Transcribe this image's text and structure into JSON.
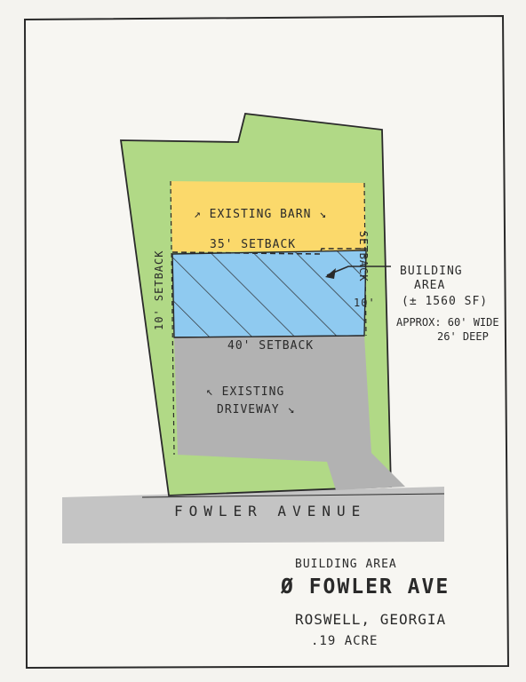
{
  "site": {
    "existing_barn": "↗ EXISTING BARN ↘",
    "setback_35": "35' SETBACK",
    "setback_10_left": "10' SETBACK",
    "setback_10_right": "SETBACK",
    "setback_10_right_num": "10'",
    "setback_40": "40' SETBACK",
    "existing_driveway_line1": "↖ EXISTING",
    "existing_driveway_line2": "DRIVEWAY ↘",
    "street": "FOWLER AVENUE"
  },
  "callout": {
    "line1": "BUILDING",
    "line2": "AREA",
    "line3": "(± 1560 SF)",
    "line4": "APPROX: 60' WIDE",
    "line5": "26' DEEP"
  },
  "title_block": {
    "line1": "BUILDING AREA",
    "line2": "Ø FOWLER AVE",
    "line3": "ROSWELL, GEORGIA",
    "line4": ".19 ACRE"
  },
  "colors": {
    "lot_green": "#a9d67a",
    "barn_yellow": "#fbd96b",
    "building_blue": "#8fcaf0",
    "driveway_gray": "#b2b2b2",
    "street_gray": "#c4c4c4",
    "ink": "#2a2a2a"
  }
}
